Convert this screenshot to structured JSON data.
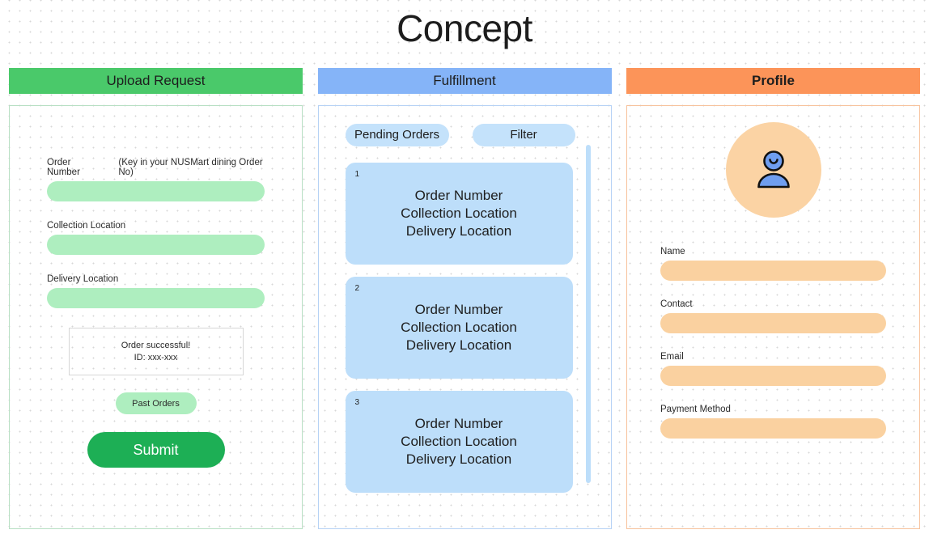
{
  "page": {
    "title": "Concept",
    "background": "#ffffff",
    "dot_grid_color": "#d7d7d7"
  },
  "columns": {
    "upload": {
      "header": "Upload Request",
      "header_color": "#4ac96a",
      "accent_color": "#aeeebf",
      "fields": [
        {
          "label": "Order Number",
          "hint": "(Key in your NUSMart dining Order No)",
          "value": ""
        },
        {
          "label": "Collection Location",
          "hint": "",
          "value": ""
        },
        {
          "label": "Delivery Location",
          "hint": "",
          "value": ""
        }
      ],
      "status": {
        "line1": "Order successful!",
        "line2": "ID: xxx-xxx"
      },
      "past_orders_label": "Past Orders",
      "submit_label": "Submit",
      "submit_color": "#1daf55"
    },
    "fulfillment": {
      "header": "Fulfillment",
      "header_color": "#85b4f8",
      "accent_color": "#bddefa",
      "pills": [
        {
          "label": "Pending Orders",
          "name": "pending-orders"
        },
        {
          "label": "Filter",
          "name": "filter"
        }
      ],
      "orders": [
        {
          "index": "1",
          "line1": "Order Number",
          "line2": "Collection Location",
          "line3": "Delivery Location"
        },
        {
          "index": "2",
          "line1": "Order Number",
          "line2": "Collection Location",
          "line3": "Delivery Location"
        },
        {
          "index": "3",
          "line1": "Order Number",
          "line2": "Collection Location",
          "line3": "Delivery Location"
        }
      ]
    },
    "profile": {
      "header": "Profile",
      "header_color": "#fc9459",
      "accent_color": "#fad1a0",
      "avatar_icon": "user-avatar-icon",
      "avatar_bg": "#fbd3a4",
      "fields": [
        {
          "label": "Name",
          "value": ""
        },
        {
          "label": "Contact",
          "value": ""
        },
        {
          "label": "Email",
          "value": ""
        },
        {
          "label": "Payment Method",
          "value": ""
        }
      ]
    }
  }
}
